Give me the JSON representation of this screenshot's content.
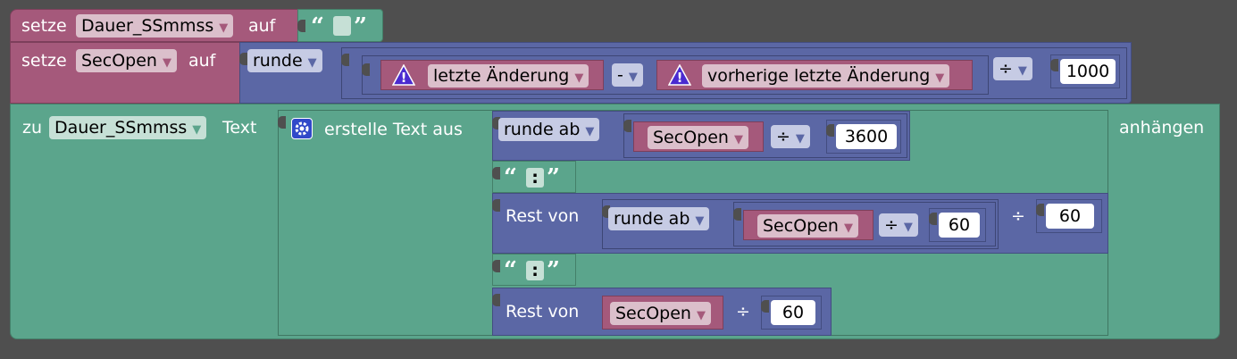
{
  "row1": {
    "set_label": "setze",
    "var": "Dauer_SSmmss",
    "to_label": "auf"
  },
  "row2": {
    "set_label": "setze",
    "var": "SecOpen",
    "to_label": "auf",
    "round_op": "runde",
    "var_a": "letzte Änderung",
    "minus": "-",
    "var_b": "vorherige letzte Änderung",
    "div_op": "÷",
    "divisor": "1000"
  },
  "append_block": {
    "to_label": "zu",
    "var": "Dauer_SSmmss",
    "text_label": "Text",
    "append_label": "anhängen",
    "create_label": "erstelle Text aus",
    "item1": {
      "round_op": "runde ab",
      "var": "SecOpen",
      "div_op": "÷",
      "divisor": "3600"
    },
    "colon": ":",
    "item2": {
      "rest_label": "Rest von",
      "round_op": "runde ab",
      "var": "SecOpen",
      "div_op": "÷",
      "divisor": "60",
      "outer_div": "÷",
      "outer_divisor": "60"
    },
    "item3": {
      "rest_label": "Rest von",
      "var": "SecOpen",
      "div_op": "÷",
      "divisor": "60"
    }
  },
  "colors": {
    "variables": "#a5597b",
    "math": "#5b67a5",
    "text": "#5ba58c",
    "background": "#4f4f4f"
  },
  "icons": {
    "warning": "warning-icon",
    "gear": "gear-icon",
    "dropdown": "chevron-down-icon"
  }
}
